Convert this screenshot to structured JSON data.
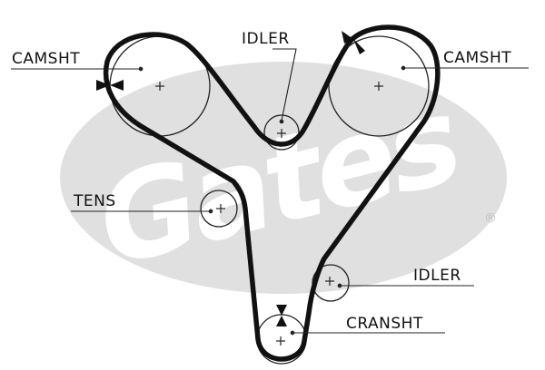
{
  "labels": {
    "camshaft_left": "CAMSHT",
    "camshaft_right": "CAMSHT",
    "idler_top": "IDLER",
    "tensioner": "TENS",
    "idler_bottom": "IDLER",
    "crankshaft": "CRANSHT"
  },
  "watermark": {
    "brand": "Gates",
    "registered_mark": "®",
    "ellipse_color": "#e0e0e0",
    "text_color": "#ffffff"
  },
  "colors": {
    "belt": "#111111",
    "pulley": "#222222",
    "leader": "#222222",
    "label": "#111111"
  },
  "icons": {
    "timing_mark": "bowtie-icon",
    "pulley_center": "plus-icon"
  }
}
